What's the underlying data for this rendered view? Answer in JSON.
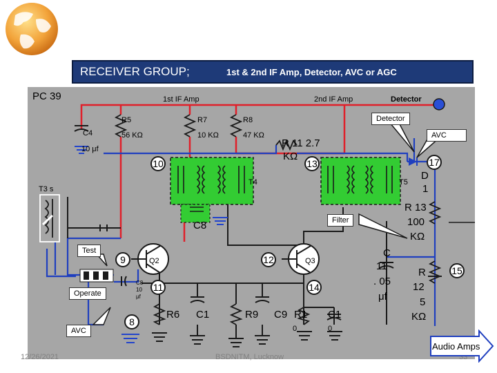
{
  "header": {
    "title": "RECEIVER GROUP;",
    "subtitle": "1st & 2nd IF Amp,  Detector,  AVC or AGC"
  },
  "board": {
    "name": "PC 39",
    "stage_first_if": "1st IF Amp",
    "stage_second_if": "2nd IF Amp",
    "stage_detector": "Detector"
  },
  "components": {
    "r5": "R5",
    "r5_val": "56 KΩ",
    "r7": "R7",
    "r7_val": "10 KΩ",
    "r8": "R8",
    "r8_val": "47 KΩ",
    "c4": "C4",
    "c4_val": "10 μf",
    "r11": "R 11 2.7",
    "r11_unit": "KΩ",
    "t3s": "T3 s",
    "t4": "T4",
    "t5": "T5",
    "c8": "C8",
    "q2": "Q2",
    "q3": "Q3",
    "r6": "R6",
    "c1_left": "C1",
    "r9": "R9",
    "c9": "C9",
    "r1": "R1",
    "c1_right": "C1",
    "zero_a": "0",
    "zero_b": "0",
    "c_small_a": "C8",
    "c_small_b": "10",
    "c_small_c": "μf",
    "d_label": "D",
    "d_num": "1",
    "r13": "R 13",
    "r13_val": "100",
    "r13_unit": "KΩ",
    "c11": "C",
    "c11_b": "11",
    "c11_c": ". 05",
    "c11_d": "μf",
    "r12": "R",
    "r12_b": "12",
    "r12_c": "5",
    "r12_d": "KΩ"
  },
  "test_points": [
    "10",
    "13",
    "17",
    "9",
    "12",
    "11",
    "14",
    "8",
    "15"
  ],
  "callouts": {
    "detector": "Detector",
    "avc": "AVC",
    "filter": "Filter",
    "test": "Test",
    "operate": "Operate",
    "avc_switch": "AVC"
  },
  "footer": {
    "date": "12/26/2021",
    "center": "BSDNITM, Lucknow",
    "page": "33"
  },
  "nav": {
    "audio_amps": "Audio Amps"
  },
  "colors": {
    "header_bg": "#1e3a78",
    "board_bg": "#a6a6a6",
    "supply_red": "#e0202a",
    "signal_blue": "#1f3fbf",
    "if_can_green": "#33cc33",
    "ground_blue": "#2244cc"
  }
}
